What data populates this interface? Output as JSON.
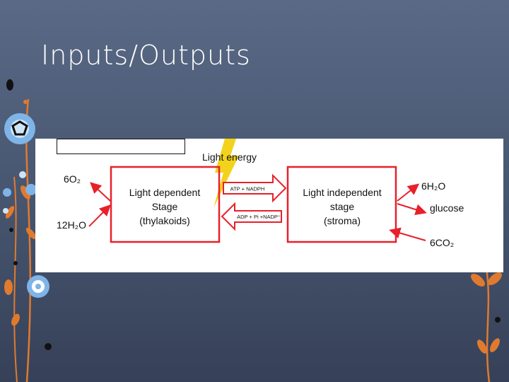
{
  "slide": {
    "title": "Inputs/Outputs"
  },
  "diagram": {
    "energy_label": "Light energy",
    "inputs_left": [
      {
        "label": "6O₂"
      },
      {
        "label": "12H₂O"
      }
    ],
    "light_dependent": {
      "line1": "Light dependent",
      "line2": "Stage",
      "line3": "(thylakoids)"
    },
    "light_independent": {
      "line1": "Light independent",
      "line2": "stage",
      "line3": "(stroma)"
    },
    "arrow_right_label": "ATP + NADPH",
    "arrow_left_label": "ADP + Pi +NADP⁺",
    "outputs_right": [
      {
        "label": "6H₂O"
      },
      {
        "label": "glucose"
      },
      {
        "label": "6CO₂"
      }
    ]
  },
  "colors": {
    "box_red": "#e8202a",
    "bolt_yellow": "#f2d21c",
    "background": "#4e5d78",
    "flower_blue": "#7fb4e8",
    "flower_orange": "#e07a2e"
  }
}
